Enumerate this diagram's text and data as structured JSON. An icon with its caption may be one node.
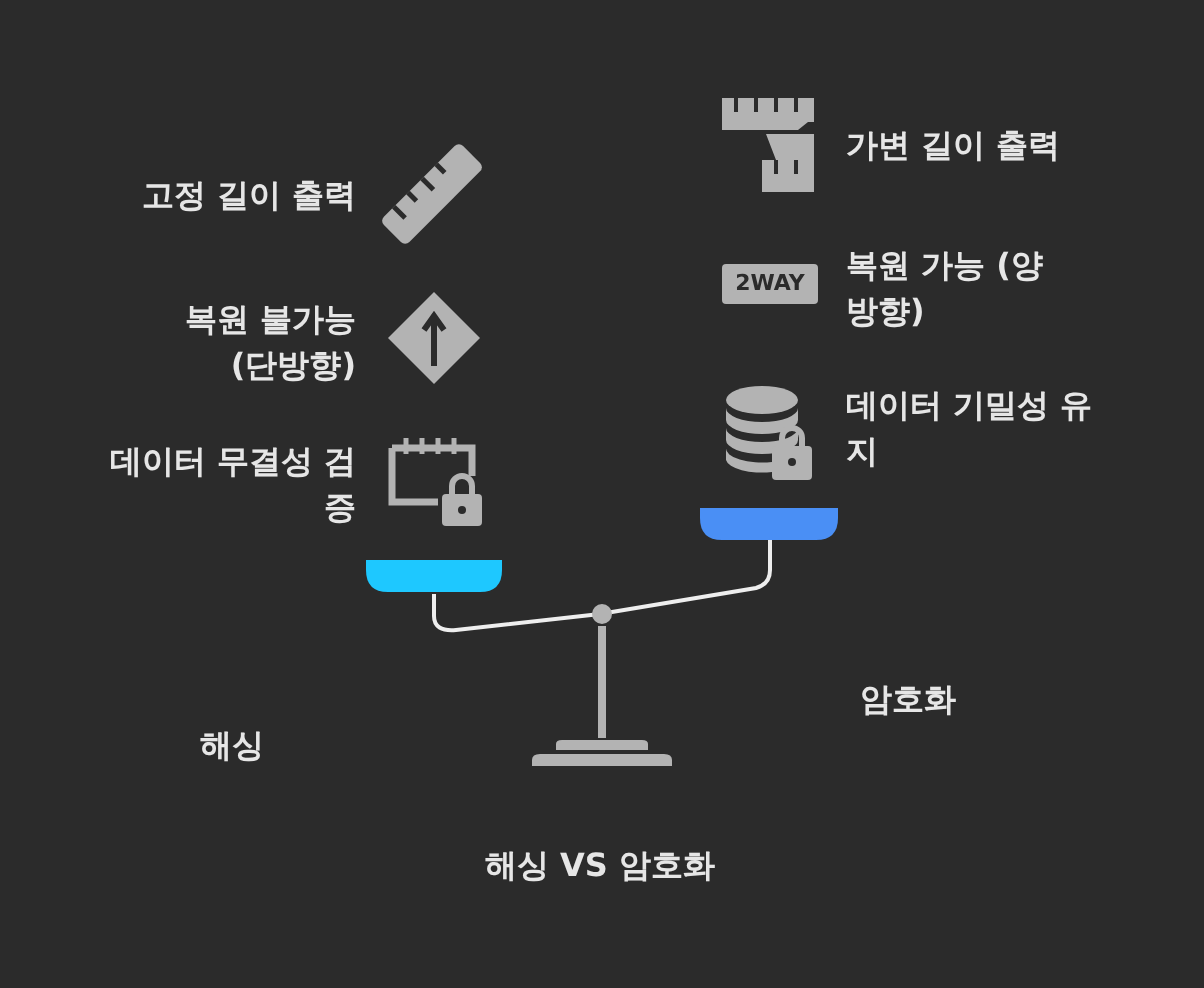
{
  "diagram": {
    "title": "해싱 VS 암호화",
    "labels": [
      "가변 길이 출력",
      "고정 길이 출력",
      "2WAY",
      "복원 가능 (양방향)",
      "복원 불가능 (단방향)",
      "데이터 기밀성 유지",
      "데이터 무결성 검증",
      "암호화",
      "해싱"
    ]
  }
}
